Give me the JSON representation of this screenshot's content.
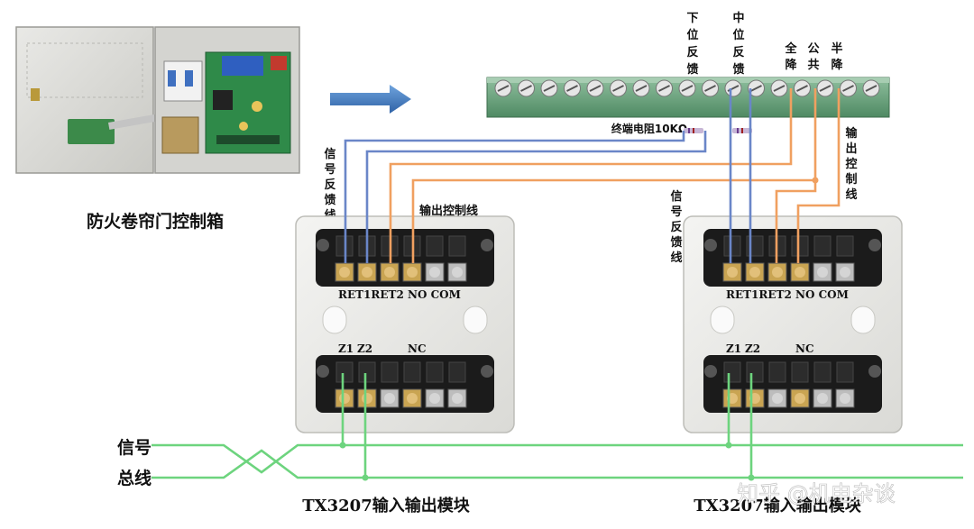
{
  "control_box": {
    "caption": "防火卷帘门控制箱"
  },
  "terminal_strip": {
    "resistor_label": "终端电阻10KΩ",
    "labels": {
      "lower": "下位反馈",
      "middle": "中位反馈",
      "full_down": "全降",
      "common": "公共",
      "half_down": "半降"
    }
  },
  "left_module": {
    "title": "TX3207输入输出模块",
    "side_label": "信号反馈线",
    "output_label": "输出控制线",
    "top_terminals": "RET1RET2 NO COM",
    "bottom_terminals": {
      "z1": "Z1",
      "z2": "Z2",
      "nc": "NC"
    }
  },
  "right_module": {
    "title": "TX3207输入输出模块",
    "side_label": "信号反馈线",
    "output_label": "输出控制线",
    "top_terminals": "RET1RET2 NO COM",
    "bottom_terminals": {
      "z1": "Z1",
      "z2": "Z2",
      "nc": "NC"
    }
  },
  "bus": {
    "label_top": "信号",
    "label_bottom": "总线"
  },
  "watermark": "知乎 @机电杂谈",
  "colors": {
    "feedback_wire": "#6a86c8",
    "control_wire": "#f0a060",
    "bus_wire": "#6dd47e",
    "arrow": "#3f79c3"
  }
}
